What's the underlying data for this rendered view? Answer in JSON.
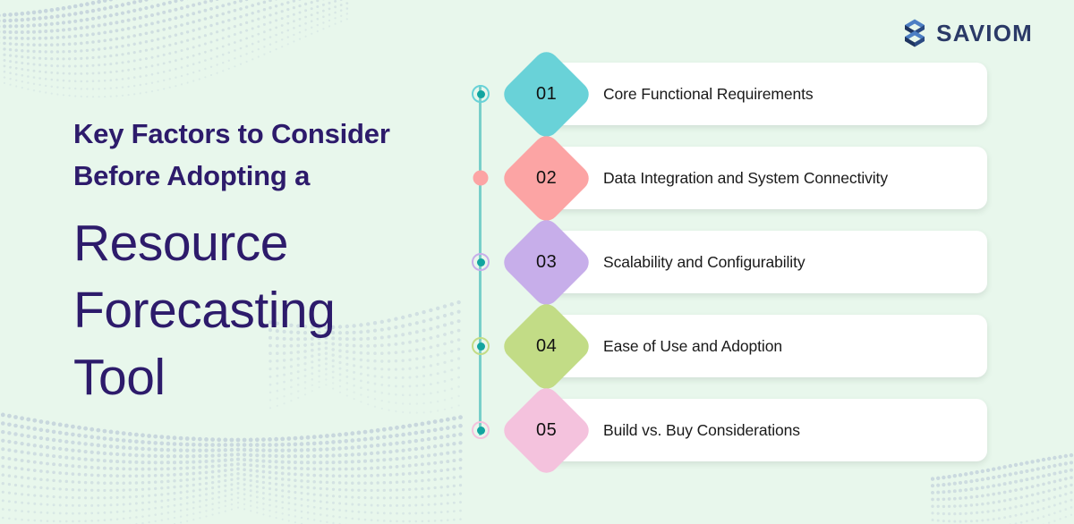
{
  "brand": {
    "name": "SAVIOM",
    "logo_icon": "saviom-s-logo",
    "logo_color": "#3d6fb4",
    "word_color": "#2b3a67"
  },
  "background_color": "#e8f7ec",
  "headline": {
    "line1": "Key Factors to Consider",
    "line2": "Before Adopting a",
    "big_line1": "Resource",
    "big_line2": "Forecasting",
    "big_line3": "Tool",
    "color": "#2d1b6b"
  },
  "timeline": {
    "axis_color": "#79cfc9",
    "marker_core_color": "#12a5a0"
  },
  "items": [
    {
      "number": "01",
      "label": "Core Functional Requirements",
      "diamond_color": "#69d2d8",
      "marker_style": "ring",
      "marker_color": "#69d2d8"
    },
    {
      "number": "02",
      "label": "Data Integration and System Connectivity",
      "diamond_color": "#fca4a4",
      "marker_style": "solid",
      "marker_color": "#fca4a4"
    },
    {
      "number": "03",
      "label": "Scalability and Configurability",
      "diamond_color": "#c7aeea",
      "marker_style": "ring",
      "marker_color": "#c7aeea"
    },
    {
      "number": "04",
      "label": "Ease of Use and Adoption",
      "diamond_color": "#c2dc86",
      "marker_style": "ring",
      "marker_color": "#c2dc86"
    },
    {
      "number": "05",
      "label": "Build vs. Buy Considerations",
      "diamond_color": "#f4c2dd",
      "marker_style": "ring",
      "marker_color": "#f4c2dd"
    }
  ]
}
